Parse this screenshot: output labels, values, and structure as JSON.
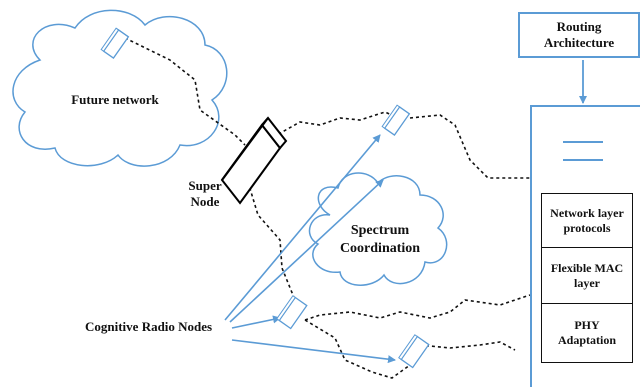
{
  "diagram": {
    "clouds": {
      "future_network": "Future network",
      "spectrum_coordination": [
        "Spectrum",
        "Coordination"
      ]
    },
    "super_node": [
      "Super",
      "Node"
    ],
    "cognitive_radio_nodes": "Cognitive Radio Nodes",
    "routing_architecture": [
      "Routing",
      "Architecture"
    ],
    "stack": {
      "layers": [
        [
          "Network layer",
          "protocols"
        ],
        [
          "Flexible MAC",
          "layer"
        ],
        [
          "PHY",
          "Adaptation"
        ]
      ]
    },
    "colors": {
      "cloud_stroke": "#5b9bd5",
      "arrow": "#5b9bd5",
      "box_border": "#5b9bd5",
      "dash_line": "#111111",
      "node_stroke": "#5b9bd5",
      "super_node_stroke": "#000000"
    }
  }
}
